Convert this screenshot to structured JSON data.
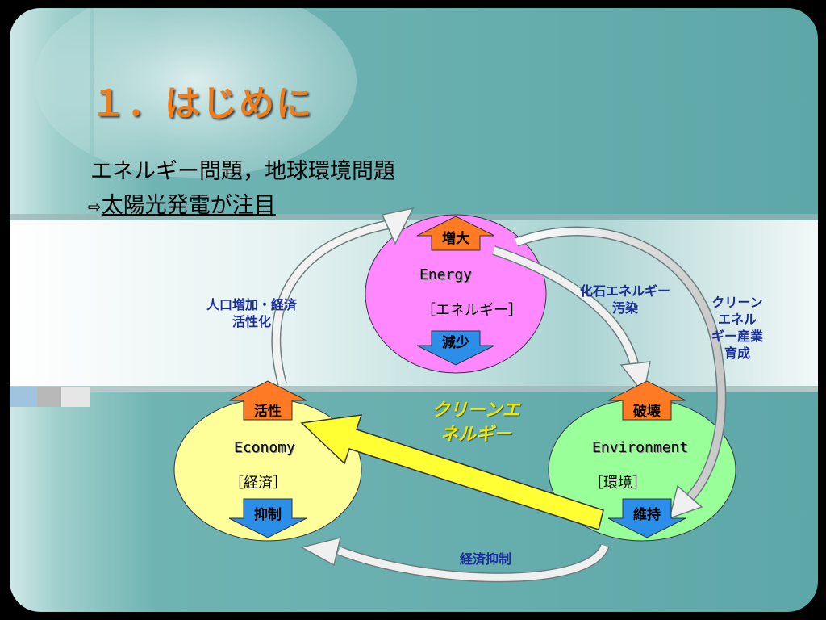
{
  "title": "１．はじめに",
  "intro": {
    "line1": "エネルギー問題，地球環境問題",
    "arrow_icon": "outline-right-arrow-icon",
    "line2": "太陽光発電が注目"
  },
  "nodes": {
    "energy": {
      "name": "Energy",
      "jp": "［エネルギー］",
      "up_label": "増大",
      "down_label": "減少",
      "color": "#ff88ff"
    },
    "economy": {
      "name": "Economy",
      "jp": "［経済］",
      "up_label": "活性",
      "down_label": "抑制",
      "color": "#ffff99"
    },
    "environment": {
      "name": "Environment",
      "jp": "［環境］",
      "up_label": "破壊",
      "down_label": "維持",
      "color": "#99ff99"
    }
  },
  "links": {
    "population": [
      "人口増加・経済",
      "活性化"
    ],
    "fossil": [
      "化石エネルギー",
      "汚染"
    ],
    "clean_industry": [
      "クリーン",
      "エネル",
      "ギー産業",
      "育成"
    ],
    "econ_restraint": "経済抑制",
    "clean_energy": [
      "クリーンエ",
      "ネルギー"
    ]
  },
  "colors": {
    "title": "#f07d1a",
    "label_blue": "#1a2d9e",
    "clean_yellow": "#f5e800",
    "up_arrow": "#ff7a22",
    "down_arrow": "#2b8ee8"
  }
}
